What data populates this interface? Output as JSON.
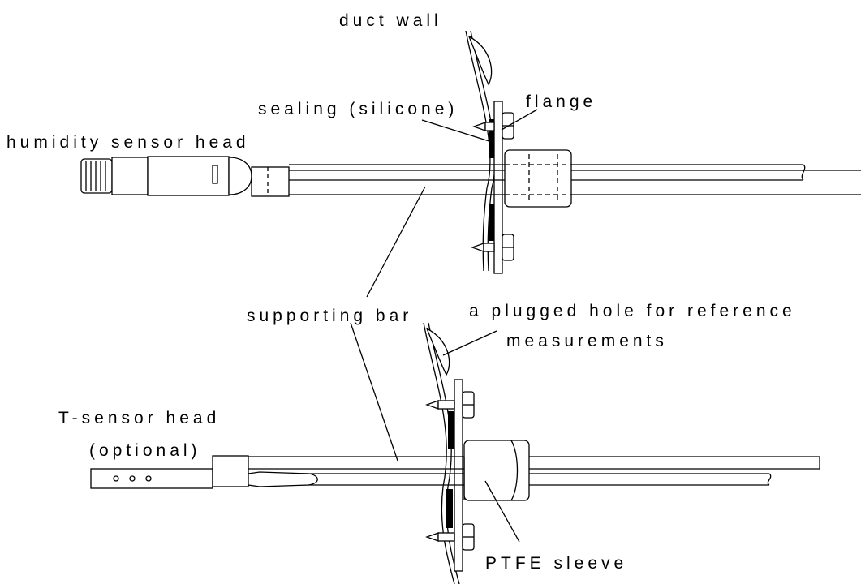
{
  "labels": {
    "duct_wall": "duct wall",
    "sealing": "sealing (silicone)",
    "flange": "flange",
    "humidity_head": "humidity sensor head",
    "supporting_bar": "supporting bar",
    "plugged_hole_line1": "a plugged hole for reference",
    "plugged_hole_line2": "measurements",
    "t_sensor_line1": "T-sensor head",
    "t_sensor_line2": "(optional)",
    "ptfe": "PTFE sleeve"
  },
  "colors": {
    "stroke": "#000000",
    "background": "#ffffff"
  }
}
